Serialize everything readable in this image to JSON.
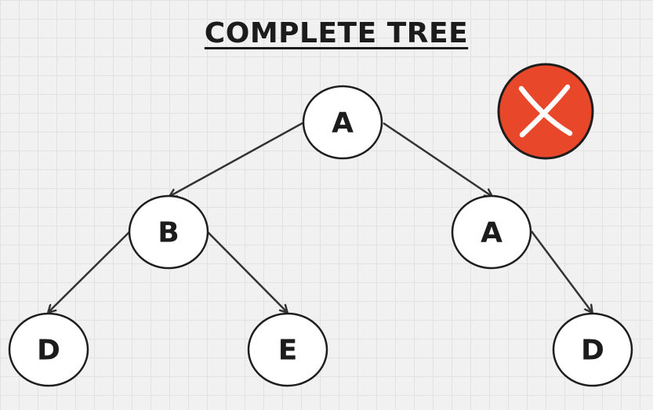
{
  "title": "COMPLETE TREE",
  "colors": {
    "edge": "#333333",
    "node_fill": "#ffffff",
    "node_stroke": "#1e1e1e",
    "mark_fill": "#e8472a",
    "mark_stroke": "#1e1e1e",
    "mark_cross": "#ffffff"
  },
  "status_mark": {
    "icon": "cross-icon",
    "meaning": "incorrect"
  },
  "nodes": [
    {
      "id": "root",
      "label": "A"
    },
    {
      "id": "left",
      "label": "B"
    },
    {
      "id": "right",
      "label": "A"
    },
    {
      "id": "left-left",
      "label": "D"
    },
    {
      "id": "left-right",
      "label": "E"
    },
    {
      "id": "right-right",
      "label": "D"
    }
  ],
  "edges": [
    {
      "from": "root",
      "to": "left"
    },
    {
      "from": "root",
      "to": "right"
    },
    {
      "from": "left",
      "to": "left-left"
    },
    {
      "from": "left",
      "to": "left-right"
    },
    {
      "from": "right",
      "to": "right-right"
    }
  ]
}
